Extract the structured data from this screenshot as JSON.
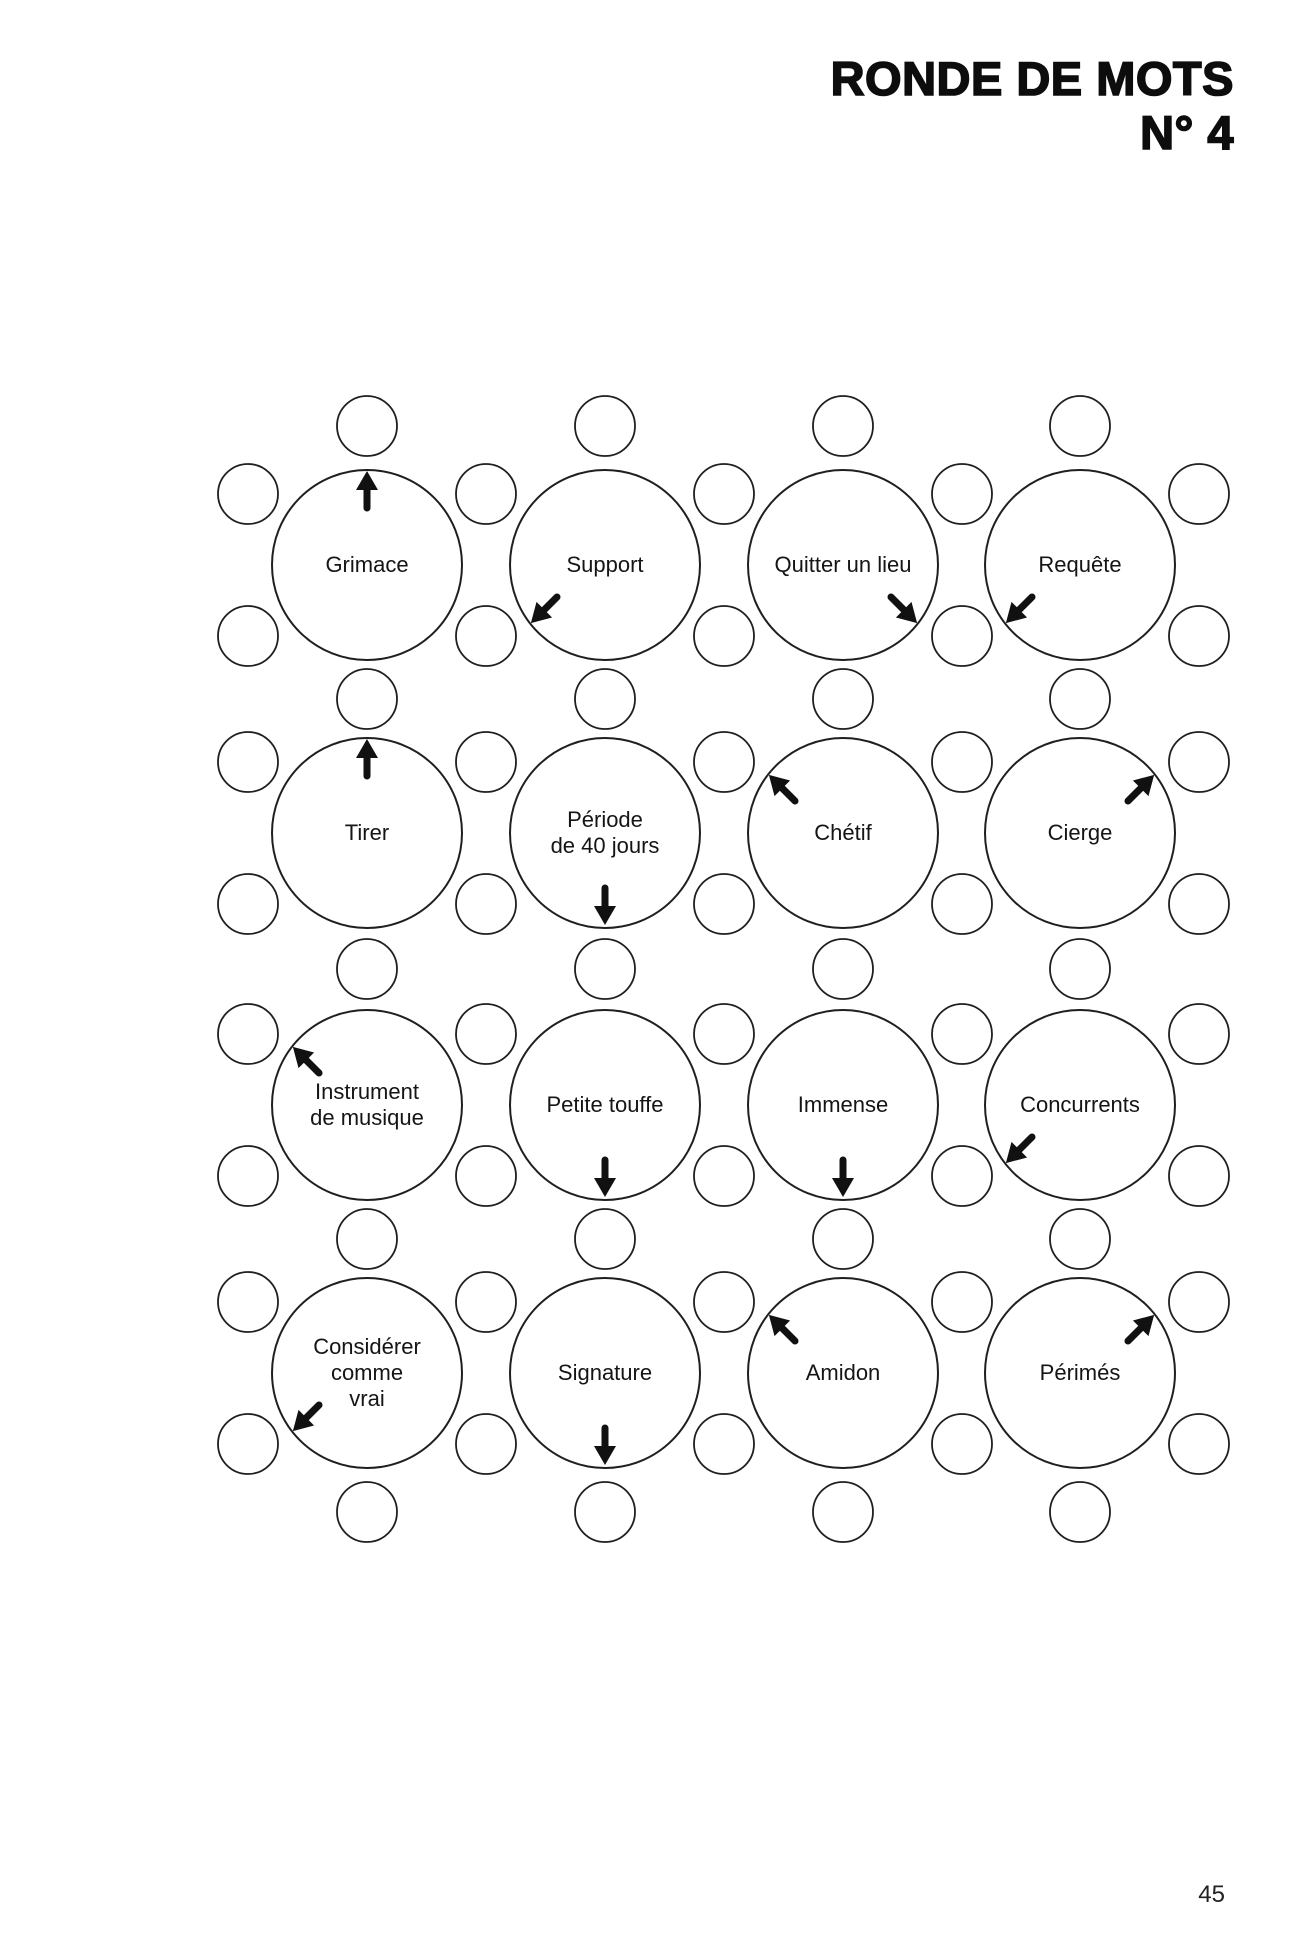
{
  "page": {
    "title_line1": "RONDE DE MOTS",
    "title_line2": "N° 4",
    "page_number": "45"
  },
  "colors": {
    "ink": "#111111",
    "background": "#ffffff"
  },
  "diagram": {
    "type": "word-round-puzzle",
    "grid": {
      "rows": 4,
      "cols": 4
    },
    "clues": [
      {
        "row": 0,
        "col": 0,
        "label": "Grimace",
        "arrow": "up"
      },
      {
        "row": 0,
        "col": 1,
        "label": "Support",
        "arrow": "down-left"
      },
      {
        "row": 0,
        "col": 2,
        "label": "Quitter un lieu",
        "arrow": "down-right"
      },
      {
        "row": 0,
        "col": 3,
        "label": "Requête",
        "arrow": "down-left"
      },
      {
        "row": 1,
        "col": 0,
        "label": "Tirer",
        "arrow": "up"
      },
      {
        "row": 1,
        "col": 1,
        "label": "Période\nde 40 jours",
        "arrow": "down"
      },
      {
        "row": 1,
        "col": 2,
        "label": "Chétif",
        "arrow": "up-left"
      },
      {
        "row": 1,
        "col": 3,
        "label": "Cierge",
        "arrow": "up-right"
      },
      {
        "row": 2,
        "col": 0,
        "label": "Instrument\nde musique",
        "arrow": "up-left"
      },
      {
        "row": 2,
        "col": 1,
        "label": "Petite touffe",
        "arrow": "down"
      },
      {
        "row": 2,
        "col": 2,
        "label": "Immense",
        "arrow": "down"
      },
      {
        "row": 2,
        "col": 3,
        "label": "Concurrents",
        "arrow": "down-left"
      },
      {
        "row": 3,
        "col": 0,
        "label": "Considérer\ncomme\nvrai",
        "arrow": "down-left"
      },
      {
        "row": 3,
        "col": 1,
        "label": "Signature",
        "arrow": "down"
      },
      {
        "row": 3,
        "col": 2,
        "label": "Amidon",
        "arrow": "up-left"
      },
      {
        "row": 3,
        "col": 3,
        "label": "Périmés",
        "arrow": "up-right"
      }
    ]
  }
}
